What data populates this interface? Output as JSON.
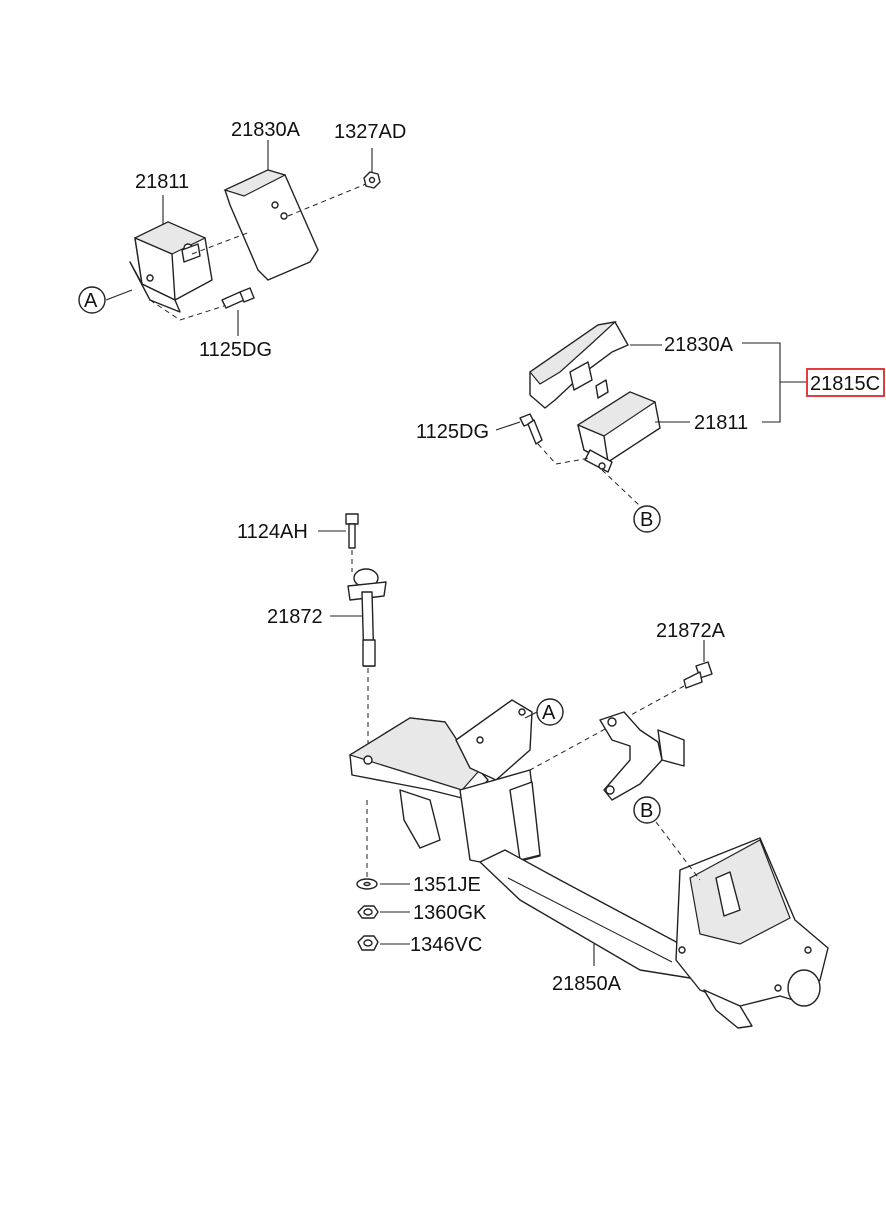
{
  "labels": {
    "top_21830A": "21830A",
    "top_1327AD": "1327AD",
    "top_21811": "21811",
    "top_A": "A",
    "top_1125DG": "1125DG",
    "mid_21830A": "21830A",
    "mid_21811": "21811",
    "mid_1125DG": "1125DG",
    "mid_21815C": "21815C",
    "mid_B": "B",
    "p_1124AH": "1124AH",
    "p_21872": "21872",
    "p_21872A": "21872A",
    "frame_A": "A",
    "frame_B": "B",
    "p_1351JE": "1351JE",
    "p_1360GK": "1360GK",
    "p_1346VC": "1346VC",
    "p_21850A": "21850A"
  },
  "colors": {
    "highlight_box": "#e0262b",
    "line": "#222222"
  }
}
